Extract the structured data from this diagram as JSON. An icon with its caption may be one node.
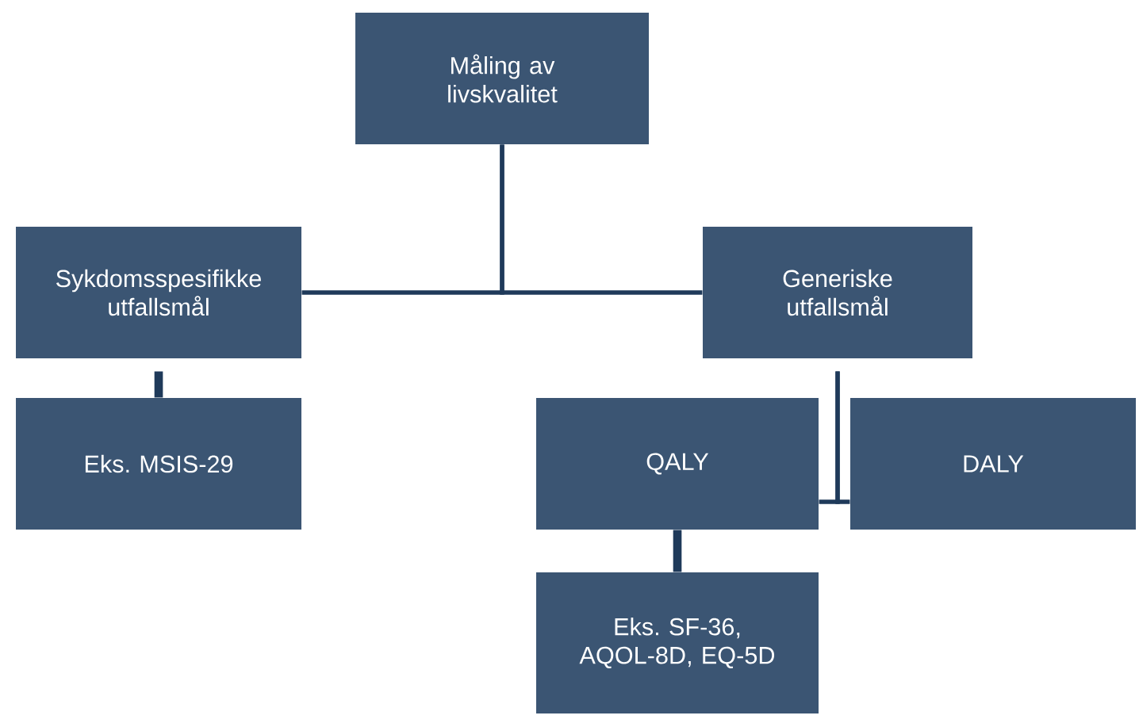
{
  "diagram": {
    "nodes": [
      {
        "text": [
          "Måling av livskvalitet"
        ]
      },
      {
        "text": [
          "Sykdomsspesifikke utfallsmål"
        ]
      },
      {
        "text": [
          "Generiske utfallsmål"
        ]
      },
      {
        "text": [
          "Eks. MSIS-29"
        ]
      },
      {
        "text": [
          "QALY"
        ]
      },
      {
        "text": [
          "DALY"
        ]
      },
      {
        "text": [
          "Eks. SF-36, AQOL-8D, EQ-5D"
        ]
      }
    ],
    "edges": [
      {
        "from": 0,
        "to": 1,
        "arrow": "none"
      },
      {
        "from": 0,
        "to": 2,
        "arrow": "none"
      },
      {
        "from": 1,
        "to": 3,
        "arrow": "none",
        "style": "thick"
      },
      {
        "from": 2,
        "to": 4,
        "arrow": "none"
      },
      {
        "from": 2,
        "to": 5,
        "arrow": "none"
      },
      {
        "from": 4,
        "to": 6,
        "arrow": "none",
        "style": "thick"
      }
    ]
  }
}
